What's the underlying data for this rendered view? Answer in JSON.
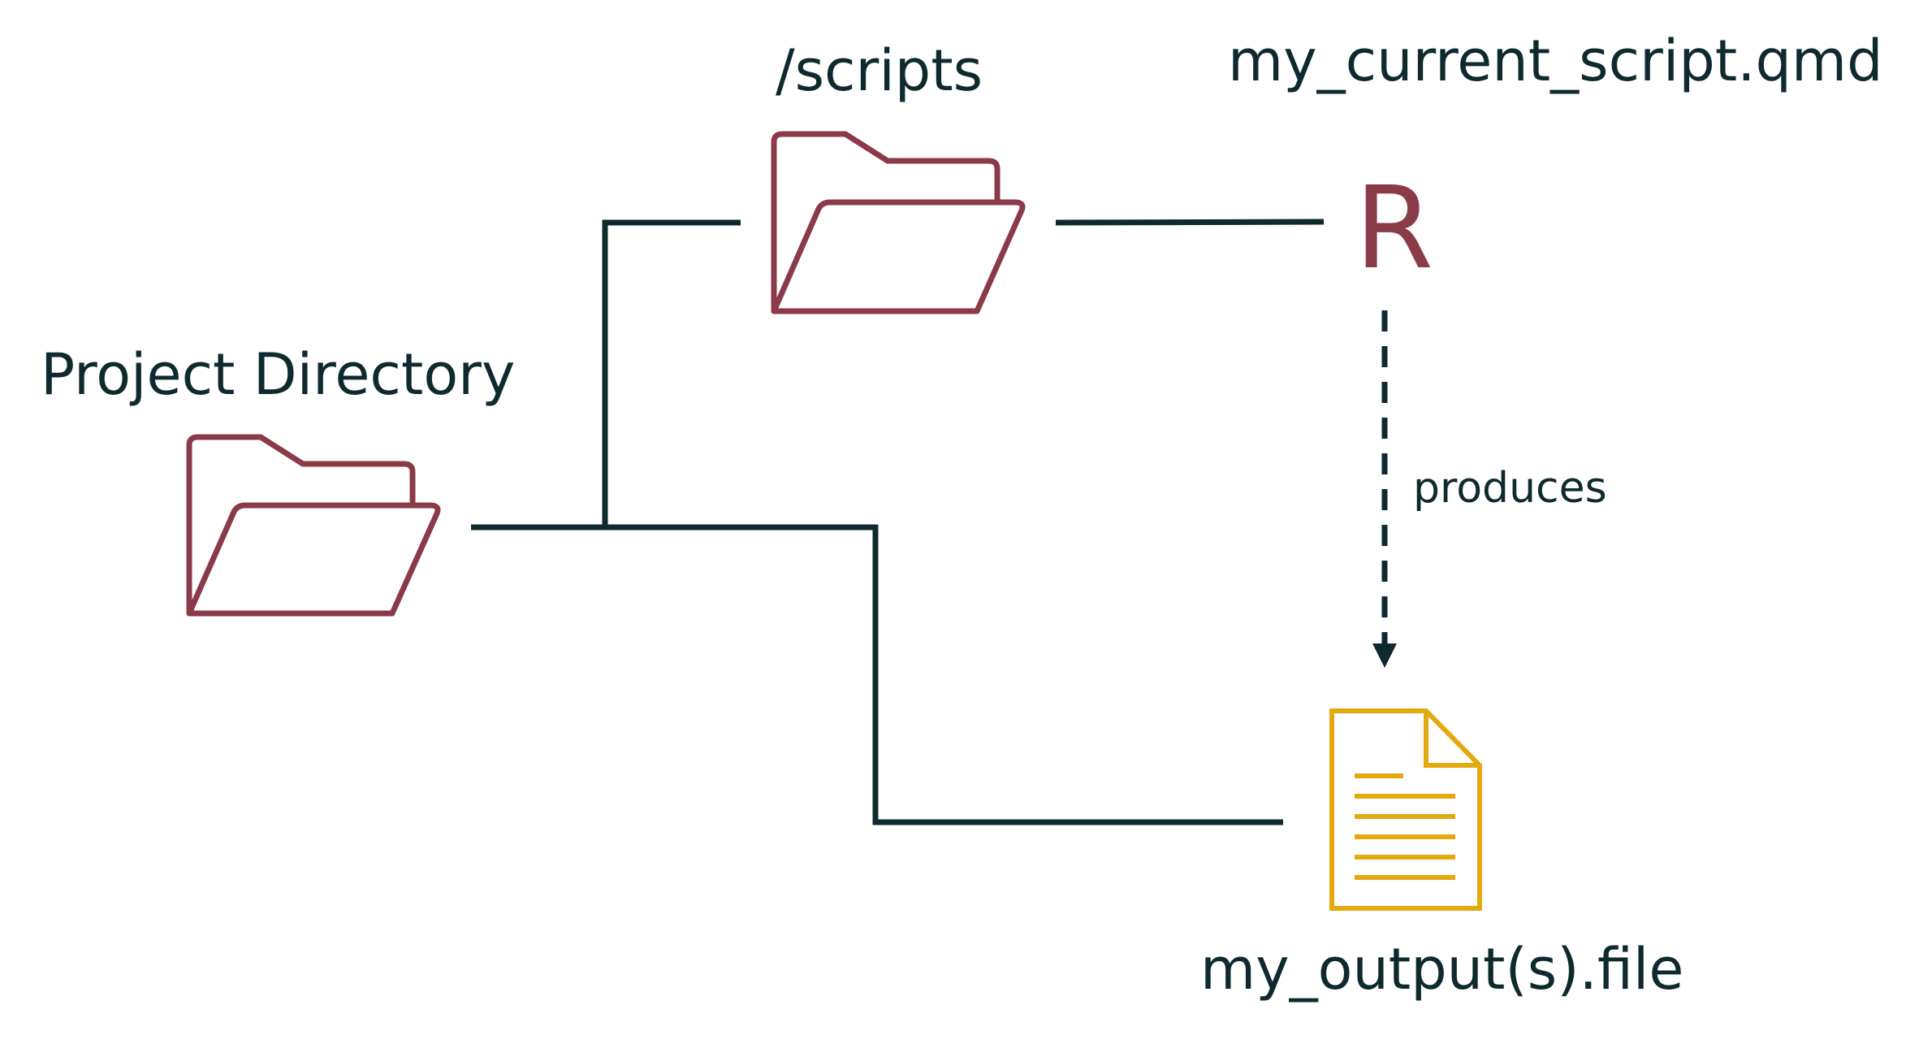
{
  "labels": {
    "project_directory": "Project Directory",
    "scripts_folder": "/scripts",
    "script_file": "my_current_script.qmd",
    "output_file": "my_output(s).file",
    "edge_produces": "produces",
    "r_logo": "R"
  },
  "icons": {
    "project_folder": "folder-open-icon",
    "scripts_folder": "folder-open-icon",
    "output_file": "document-icon"
  },
  "colors": {
    "folder_stroke": "#8b3a48",
    "r_logo": "#8b3a48",
    "document_stroke": "#e3a90f",
    "connector": "#0f2a2f",
    "text": "#0f2a2f"
  }
}
